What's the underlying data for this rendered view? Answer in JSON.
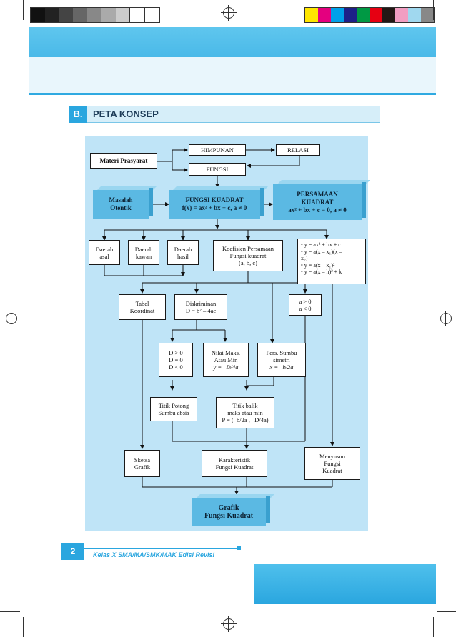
{
  "section": {
    "number": "B.",
    "title": "PETA KONSEP"
  },
  "footer": {
    "page_number": "2",
    "book_title": "Kelas X SMA/MA/SMK/MAK Edisi Revisi"
  },
  "swatches_gray": [
    "#111111",
    "#222222",
    "#444444",
    "#666666",
    "#888888",
    "#aaaaaa",
    "#cccccc",
    "#ffffff",
    "#ffffff"
  ],
  "swatches_color": [
    "#ffe600",
    "#e4007f",
    "#00a0e9",
    "#1d2088",
    "#009944",
    "#e60012",
    "#231815",
    "#f19ec2",
    "#a0d8ef",
    "#888888"
  ],
  "map": {
    "materi": "Materi Prasyarat",
    "himpunan": "HIMPUNAN",
    "relasi": "RELASI",
    "fungsi": "FUNGSI",
    "masalah_1": "Masalah",
    "masalah_2": "Otentik",
    "fk_1": "FUNGSI KUADRAT",
    "fk_2": "f(x) = ax² + bx + c, a ≠ 0",
    "pk_1": "PERSAMAAN",
    "pk_2": "KUADRAT",
    "pk_3": "ax² + bx + c = 0, a ≠ 0",
    "da_1": "Daerah",
    "da_2": "asal",
    "dk_1": "Daerah",
    "dk_2": "kawan",
    "dh_1": "Daerah",
    "dh_2": "hasil",
    "kp_1": "Koefisien Persamaan",
    "kp_2": "Fungsi kuadrat",
    "kp_3": "(a, b, c)",
    "forms": [
      "•  y = ax² + bx + c",
      "•  y = a(x – x₁)(x –",
      "    x₂)",
      "•  y = a(x – x₁)²",
      "•  y = a(x – h)² + k"
    ],
    "tabel_1": "Tabel",
    "tabel_2": "Koordinat",
    "disk_1": "Diskriminan",
    "disk_2": "D = b² – 4ac",
    "a_1": "a > 0",
    "a_2": "a < 0",
    "d_1": "D > 0",
    "d_2": "D = 0",
    "d_3": "D < 0",
    "nm_1": "Nilai Maks.",
    "nm_2": "Atau Min",
    "nm_3": "y = –D/4a",
    "ps_1": "Pers. Sumbu",
    "ps_2": "simetri",
    "ps_3": "x = –b/2a",
    "tp_1": "Titik Potong",
    "tp_2": "Sumbu absis",
    "tb_1": "Titik balik",
    "tb_2": "maks atau min",
    "tb_3": "P = (–b/2a , –D/4a)",
    "sk_1": "Sketsa",
    "sk_2": "Grafik",
    "kf_1": "Karakteristik",
    "kf_2": "Fungsi Kuadrat",
    "mf_1": "Menyusun",
    "mf_2": "Fungsi",
    "mf_3": "Kuadrat",
    "gf_1": "Grafik",
    "gf_2": "Fungsi Kuadrat"
  }
}
